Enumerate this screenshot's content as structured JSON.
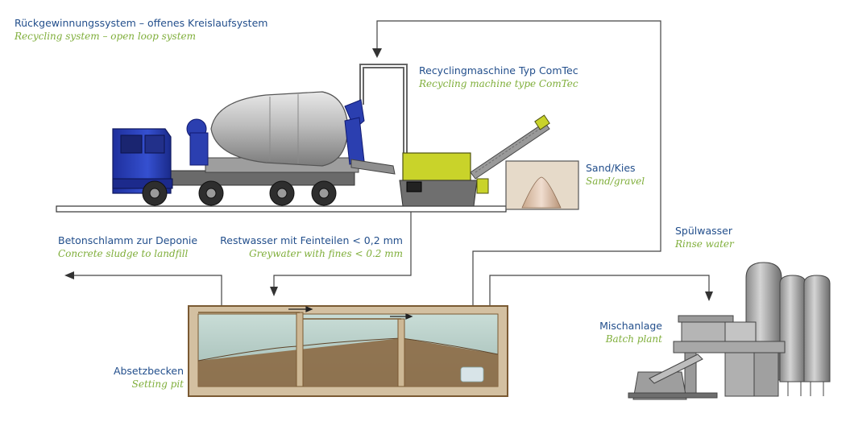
{
  "title": {
    "de": "Rückgewinnungssystem – offenes Kreislaufsystem",
    "en": "Recycling system – open loop system"
  },
  "recycling_machine": {
    "de": "Recyclingmaschine Typ ComTec",
    "en": "Recycling machine type ComTec"
  },
  "sand": {
    "de": "Sand/Kies",
    "en": "Sand/gravel"
  },
  "sludge": {
    "de": "Betonschlamm zur Deponie",
    "en": "Concrete sludge to landfill"
  },
  "greywater": {
    "de": "Restwasser mit Feinteilen < 0,2 mm",
    "en": "Greywater with fines < 0.2 mm"
  },
  "rinse": {
    "de": "Spülwasser",
    "en": "Rinse water"
  },
  "batch_plant": {
    "de": "Mischanlage",
    "en": "Batch plant"
  },
  "pit": {
    "de": "Absetzbecken",
    "en": "Setting pit"
  },
  "colors": {
    "german_text": "#234f8c",
    "english_text": "#7fae3a",
    "truck_cab": "#2b3fb0",
    "machine": "#c9d32a",
    "pit_frame": "#7a5a33"
  }
}
